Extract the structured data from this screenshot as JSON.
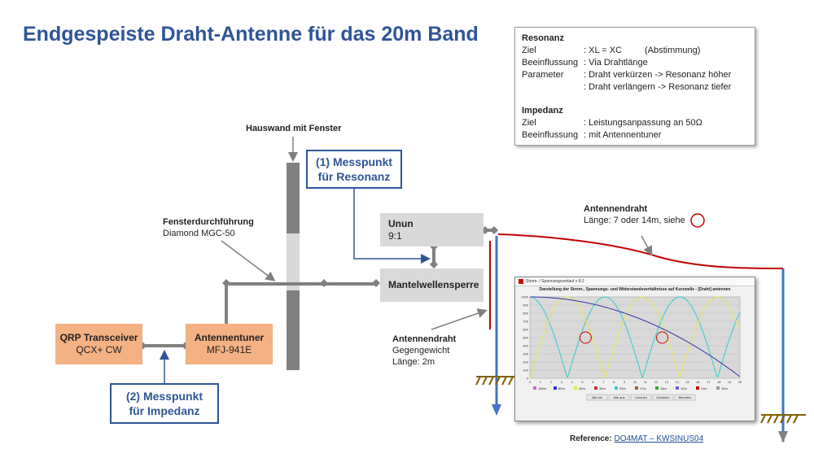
{
  "title": "Endgespeiste Draht-Antenne für das 20m Band",
  "wall_label": "Hauswand mit Fenster",
  "feedthrough": {
    "title": "Fensterdurchführung",
    "subtitle": "Diamond MGC-50"
  },
  "callout_resonance": {
    "line1": "(1) Messpunkt",
    "line2": "für Resonanz"
  },
  "callout_impedance": {
    "line1": "(2) Messpunkt",
    "line2": "für Impedanz"
  },
  "unun": {
    "title": "Unun",
    "ratio": "9:1"
  },
  "choke": {
    "title": "Mantelwellensperre"
  },
  "transceiver": {
    "line1": "QRP Transceiver",
    "line2": "QCX+ CW"
  },
  "tuner": {
    "line1": "Antennentuner",
    "line2": "MFJ-941E"
  },
  "antenna_wire": {
    "title": "Antennendraht",
    "subtitle": "Länge: 7 oder 14m, siehe"
  },
  "counterpoise": {
    "title": "Antennendraht",
    "line2": "Gegengewicht",
    "line3": "Länge: 2m"
  },
  "info": {
    "resonance_heading": "Resonanz",
    "r_goal_key": "Ziel",
    "r_goal_val": ": XL = XC",
    "r_goal_note": "(Abstimmung)",
    "r_influence_key": "Beeinflussung",
    "r_influence_val": ": Via Drahtlänge",
    "r_param_key": "Parameter",
    "r_param_val1": ": Draht verkürzen   -> Resonanz höher",
    "r_param_val2": ": Draht verlängern -> Resonanz tiefer",
    "impedance_heading": "Impedanz",
    "i_goal_key": "Ziel",
    "i_goal_val": ": Leistungsanpassung an 50Ω",
    "i_influence_key": "Beeinflussung",
    "i_influence_val": ": mit Antennentuner"
  },
  "screenshot": {
    "window_title": "Strom- / Spannungsverlauf  v 8.2",
    "heading": "Darstellung der Strom-, Spannungs- und Widerstandsverhältnisse auf Kurzwelle - [Draht] antennen",
    "y_ticks": [
      "1000",
      "900",
      "800",
      "700",
      "600",
      "500",
      "400",
      "300",
      "200",
      "100",
      "0"
    ],
    "x_ticks": [
      "0",
      "1",
      "2",
      "3",
      "4",
      "5",
      "6",
      "7",
      "8",
      "9",
      "10",
      "11",
      "12",
      "13",
      "14",
      "15",
      "16",
      "17",
      "18",
      "19",
      "20"
    ],
    "bands": [
      "160m",
      "80m",
      "40m",
      "30m",
      "20m",
      "17m",
      "15m",
      "12m",
      "11m",
      "10m"
    ],
    "buttons": [
      "Alle ein",
      "Alle aus",
      "Löschen",
      "Zeichnen",
      "Beenden"
    ],
    "colors": {
      "current": "#33cccc",
      "voltage": "#e6e64d",
      "impedance": "#3333aa",
      "circle": "#cc0000"
    }
  },
  "reference": {
    "label": "Reference:",
    "link": "DO4MAT – KWSINUS04"
  },
  "colors": {
    "title": "#2f5597",
    "orange": "#f4b183",
    "gray": "#d9d9d9",
    "wire": "#c00000",
    "mast": "#4472c4",
    "line": "#808080"
  }
}
